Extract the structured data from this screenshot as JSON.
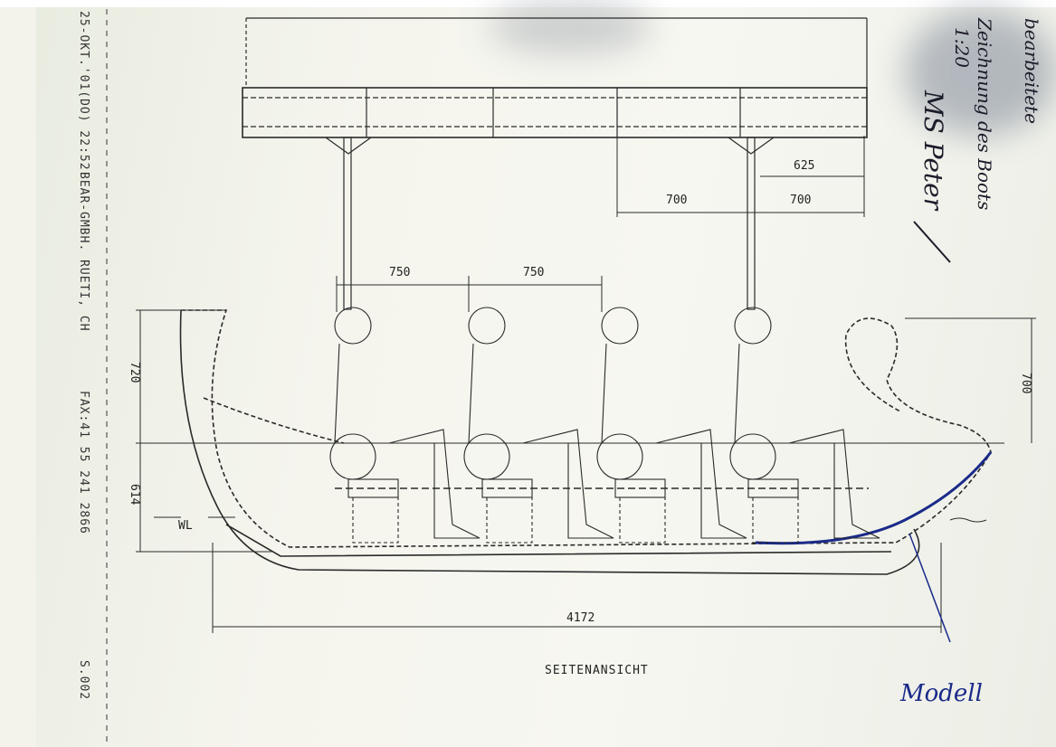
{
  "fax_header": {
    "date": "25-OKT.'01(DO) 22:52",
    "sender": "BEAR-GMBH. RUETI, CH",
    "fax": "FAX:41 55 241 2866",
    "page": "S.002"
  },
  "dimensions": {
    "canopy_overhang": "625",
    "canopy_span_left": "700",
    "canopy_span_right": "700",
    "seat_pitch_1": "750",
    "seat_pitch_2": "750",
    "bow_height": "720",
    "draft": "614",
    "waterline": "WL",
    "swan_height": "700",
    "overall_length": "4172"
  },
  "drawing_title": "SEITENANSICHT",
  "handwritten": {
    "note_line1": "bearbeitete",
    "note_line2": "Zeichnung des Boots",
    "scale": "1:20",
    "name": "MS Peter",
    "model_label": "Modell"
  },
  "colors": {
    "ink": "#222222",
    "pen": "#1a2a8a"
  }
}
